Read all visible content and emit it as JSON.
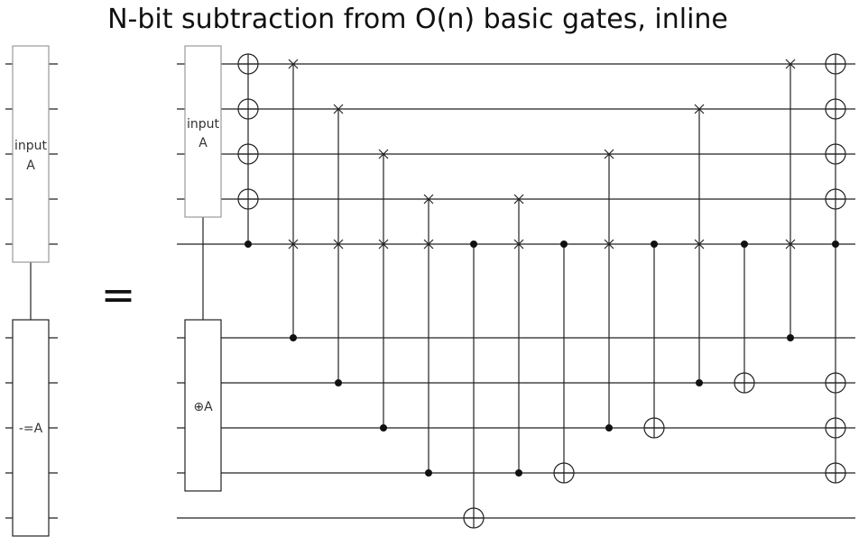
{
  "title": "N-bit subtraction from O(n) basic gates, inline",
  "equals_sign": "=",
  "left_gate": {
    "input_label_line1": "input",
    "input_label_line2": "A",
    "op_label": "-=A"
  },
  "right_gate": {
    "input_label_line1": "input",
    "input_label_line2": "A",
    "op_label": "⊕A"
  }
}
